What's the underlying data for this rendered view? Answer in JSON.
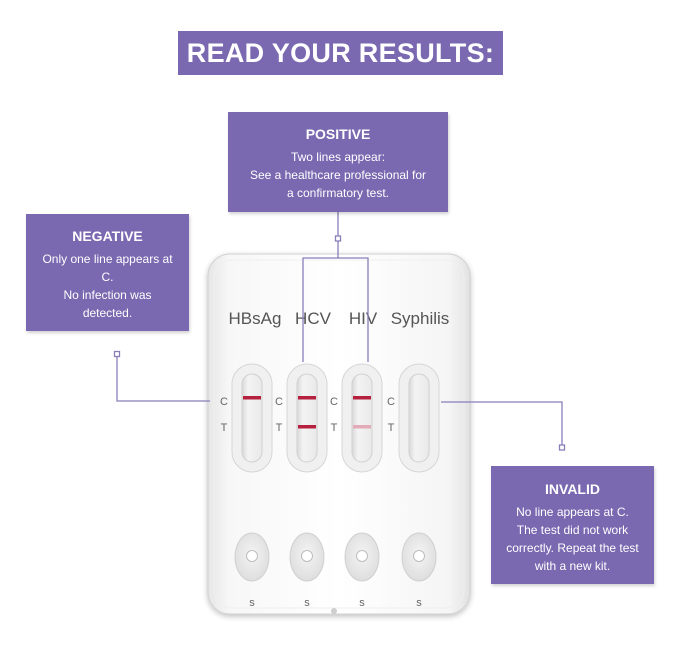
{
  "title": "READ YOUR RESULTS:",
  "positive": {
    "heading": "POSITIVE",
    "lines": [
      "Two lines appear:",
      "See a healthcare professional for",
      "a confirmatory test."
    ]
  },
  "negative": {
    "heading": "NEGATIVE",
    "lines": [
      "Only one line appears at",
      "C.",
      "No infection was",
      "detected."
    ]
  },
  "invalid": {
    "heading": "INVALID",
    "lines": [
      "No line appears at C.",
      "The test did not work",
      "correctly. Repeat the test",
      "with a new kit."
    ]
  },
  "cassette": {
    "tests": [
      {
        "name": "HBsAg",
        "control_line": true,
        "test_line": false,
        "test_line_intensity": "none"
      },
      {
        "name": "HCV",
        "control_line": true,
        "test_line": true,
        "test_line_intensity": "strong"
      },
      {
        "name": "HIV",
        "control_line": true,
        "test_line": true,
        "test_line_intensity": "faint"
      },
      {
        "name": "Syphilis",
        "control_line": false,
        "test_line": false,
        "test_line_intensity": "none"
      }
    ],
    "control_label": "C",
    "test_label": "T",
    "sample_label": "s"
  },
  "colors": {
    "box_fill": "#7a68b0",
    "box_text": "#ffffff",
    "line_strong": "#b5203f",
    "line_faint": "#e3aab8",
    "connector": "#8a7eb8"
  }
}
